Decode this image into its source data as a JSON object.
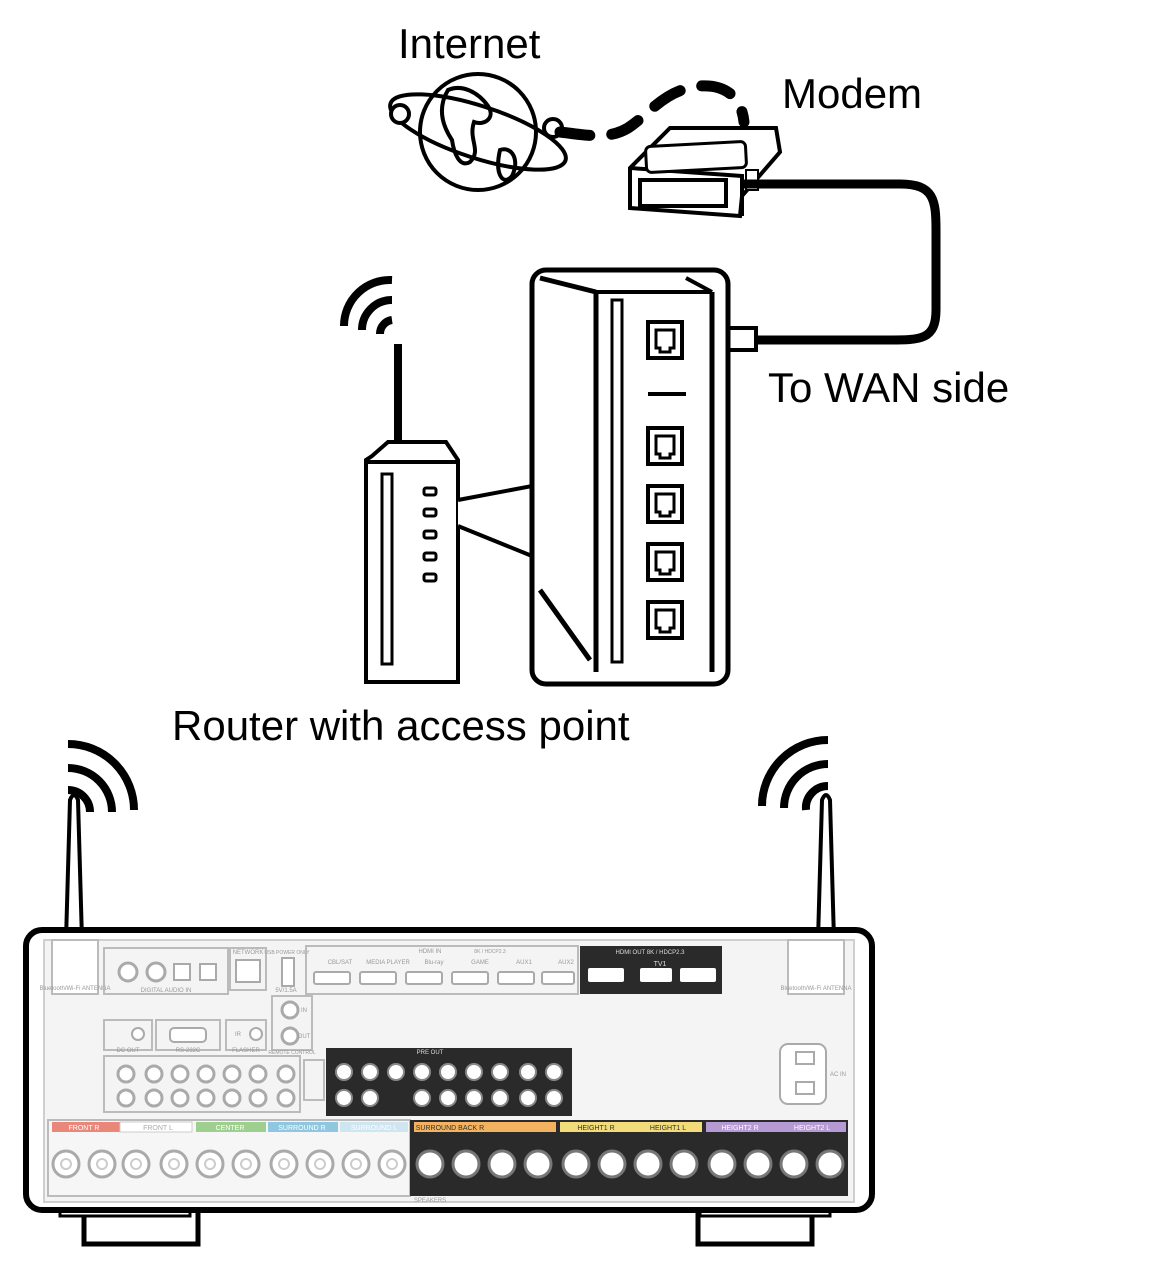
{
  "labels": {
    "internet": "Internet",
    "modem": "Modem",
    "wan": "To WAN side",
    "router": "Router with access point"
  },
  "receiver": {
    "antenna_label": "Bluetooth/Wi-Fi ANTENNA",
    "network": "NETWORK",
    "usb": "USB POWER ONLY",
    "usb_power": "5V/1.5A",
    "hdmi_in": "HDMI IN",
    "hdmi_in_spec": "8K / HDCP2.3",
    "hdmi_out": "HDMI OUT  8K / HDCP2.3",
    "tv1": "TV1",
    "digital_audio_in": "DIGITAL AUDIO IN",
    "dc_out": "DC OUT",
    "rs232c": "RS-232C",
    "flasher": "FLASHER",
    "remote_control": "REMOTE CONTROL",
    "ir": "IR",
    "in": "IN",
    "out": "OUT",
    "ac_in": "AC IN",
    "pre_out": "PRE OUT",
    "speakers": "SPEAKERS",
    "hdmi_inputs": [
      "CBL/SAT",
      "MEDIA PLAYER",
      "Blu-ray",
      "GAME",
      "AUX1",
      "AUX2"
    ],
    "speaker_groups": [
      "FRONT R",
      "FRONT L",
      "CENTER",
      "SURROUND R",
      "SURROUND L",
      "SURROUND BACK R",
      "HEIGHT1 R",
      "HEIGHT1 L",
      "HEIGHT2 R",
      "HEIGHT2 L"
    ]
  },
  "colors": {
    "line": "#000000",
    "panel": "#f2f2f2",
    "front": "#e8877a",
    "center": "#9fcf8f",
    "surround": "#8fc6e0",
    "surround_back": "#f3b25f",
    "height1": "#f2dc7a",
    "height2": "#b59ad3"
  }
}
